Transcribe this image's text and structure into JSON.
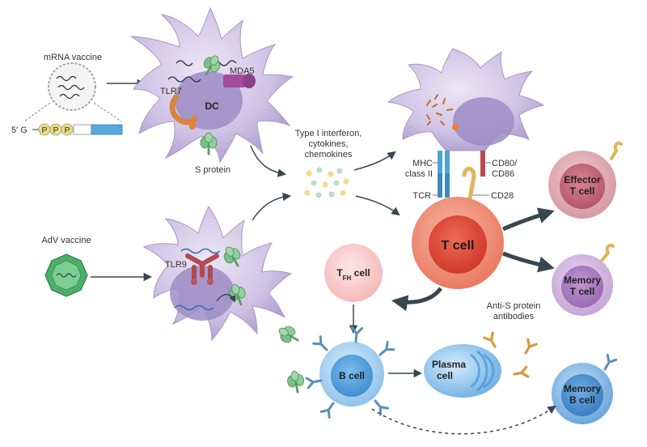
{
  "labels": {
    "mrna_vaccine": "mRNA vaccine",
    "mrna_5prime": "5′ G",
    "mrna_p": "P",
    "tlr7": "TLR7",
    "mda5": "MDA5",
    "dc": "DC",
    "s_protein": "S protein",
    "cytokines_line1": "Type I interferon,",
    "cytokines_line2": "cytokines,",
    "cytokines_line3": "chemokines",
    "mhc_line1": "MHC",
    "mhc_line2": "class II",
    "cd80_line1": "CD80/",
    "cd80_line2": "CD86",
    "tcr": "TCR",
    "cd28": "CD28",
    "t_cell": "T cell",
    "effector_line1": "Effector",
    "effector_line2": "T cell",
    "memory_t_line1": "Memory",
    "memory_t_line2": "T cell",
    "adv_vaccine": "AdV vaccine",
    "tlr9": "TLR9",
    "tfh_main": "T",
    "tfh_sub": "FH",
    "tfh_rest": " cell",
    "b_cell": "B cell",
    "plasma_line1": "Plasma",
    "plasma_line2": "cell",
    "antibodies_line1": "Anti-S protein",
    "antibodies_line2": "antibodies",
    "memory_b_line1": "Memory",
    "memory_b_line2": "B cell"
  },
  "colors": {
    "dc_body": "#c9bde0",
    "dc_nucleus": "#9c8cc4",
    "t_cell": "#e8735e",
    "t_cell_core": "#d2402e",
    "effector": "#c56a78",
    "memory_t": "#a07ab8",
    "tfh": "#f3b4b4",
    "b_cell": "#5aa7e0",
    "plasma": "#4f9ad8",
    "memory_b": "#4a8fd0",
    "arrow": "#37474f",
    "antibody_blue": "#5b8fb8",
    "antibody_orange": "#d89a3a",
    "spike_green": "#7cbf88",
    "adv_green": "#4caf6a"
  }
}
